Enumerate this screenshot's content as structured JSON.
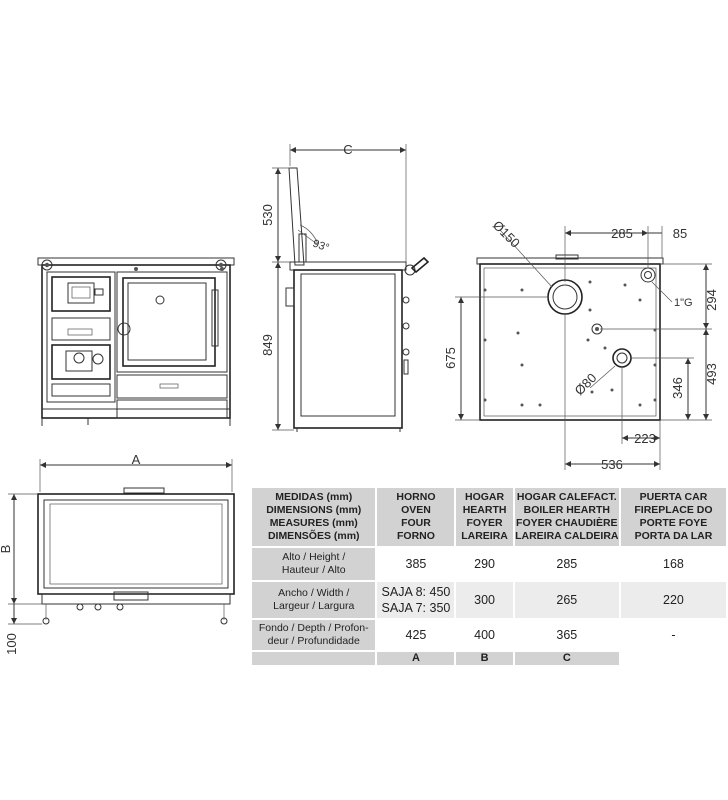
{
  "dims": {
    "C": "C",
    "A": "A",
    "B": "B",
    "h530": "530",
    "h849": "849",
    "angle": "93°",
    "d150": "Ø150",
    "w285": "285",
    "w85": "85",
    "h294": "294",
    "g1": "1\"G",
    "h675": "675",
    "d80": "Ø80",
    "h346": "346",
    "h493": "493",
    "w223": "223",
    "w536": "536",
    "h100": "100"
  },
  "table": {
    "header": {
      "label": [
        "MEDIDAS (mm)",
        "DIMENSIONS (mm)",
        "MEASURES (mm)",
        "DIMENSÕES (mm)"
      ],
      "oven": [
        "HORNO",
        "OVEN",
        "FOUR",
        "FORNO"
      ],
      "hearth": [
        "HOGAR",
        "HEARTH",
        "FOYER",
        "LAREIRA"
      ],
      "boiler": [
        "HOGAR CALEFACT.",
        "BOILER HEARTH",
        "FOYER CHAUDIÈRE",
        "LAREIRA CALDEIRA"
      ],
      "door": [
        "PUERTA CAR",
        "FIREPLACE DO",
        "PORTE FOYE",
        "PORTA DA LAR"
      ]
    },
    "rows": [
      {
        "label": [
          "Alto / Height /",
          "Hauteur / Alto"
        ],
        "oven": "385",
        "hearth": "290",
        "boiler": "285",
        "door": "168"
      },
      {
        "label": [
          "Ancho / Width /",
          "Largeur / Largura"
        ],
        "oven": [
          "SAJA 8: 450",
          "SAJA 7: 350"
        ],
        "hearth": "300",
        "boiler": "265",
        "door": "220"
      },
      {
        "label": [
          "Fondo / Depth / Profon-",
          "deur / Profundidade"
        ],
        "oven": "425",
        "hearth": "400",
        "boiler": "365",
        "door": "-"
      }
    ],
    "footer": {
      "oven": "A",
      "hearth": "B",
      "boiler": "C"
    }
  }
}
